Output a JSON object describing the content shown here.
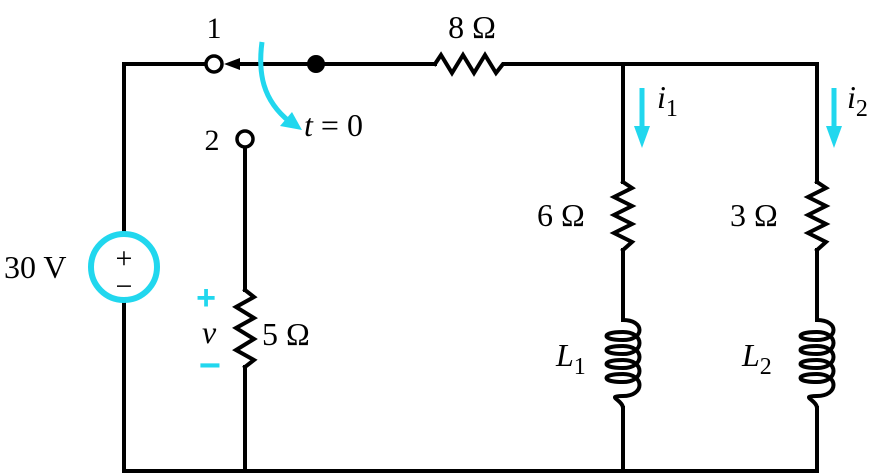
{
  "labels": {
    "switch_pos1": "1",
    "switch_pos2": "2",
    "switch_time_var": "t",
    "switch_time_rest": " = 0",
    "source_value": "30 V",
    "source_plus": "+",
    "source_minus": "−",
    "r_series": "8 Ω",
    "r_load": "5 Ω",
    "r_branch1": "6 Ω",
    "r_branch2": "3 Ω",
    "v_var": "v",
    "v_plus": "+",
    "v_minus": "−",
    "i1_var": "i",
    "i1_sub": "1",
    "i2_var": "i",
    "i2_sub": "2",
    "l1_var": "L",
    "l1_sub": "1",
    "l2_var": "L",
    "l2_sub": "2"
  },
  "colors": {
    "wire": "#000000",
    "accent": "#21D7EE"
  }
}
